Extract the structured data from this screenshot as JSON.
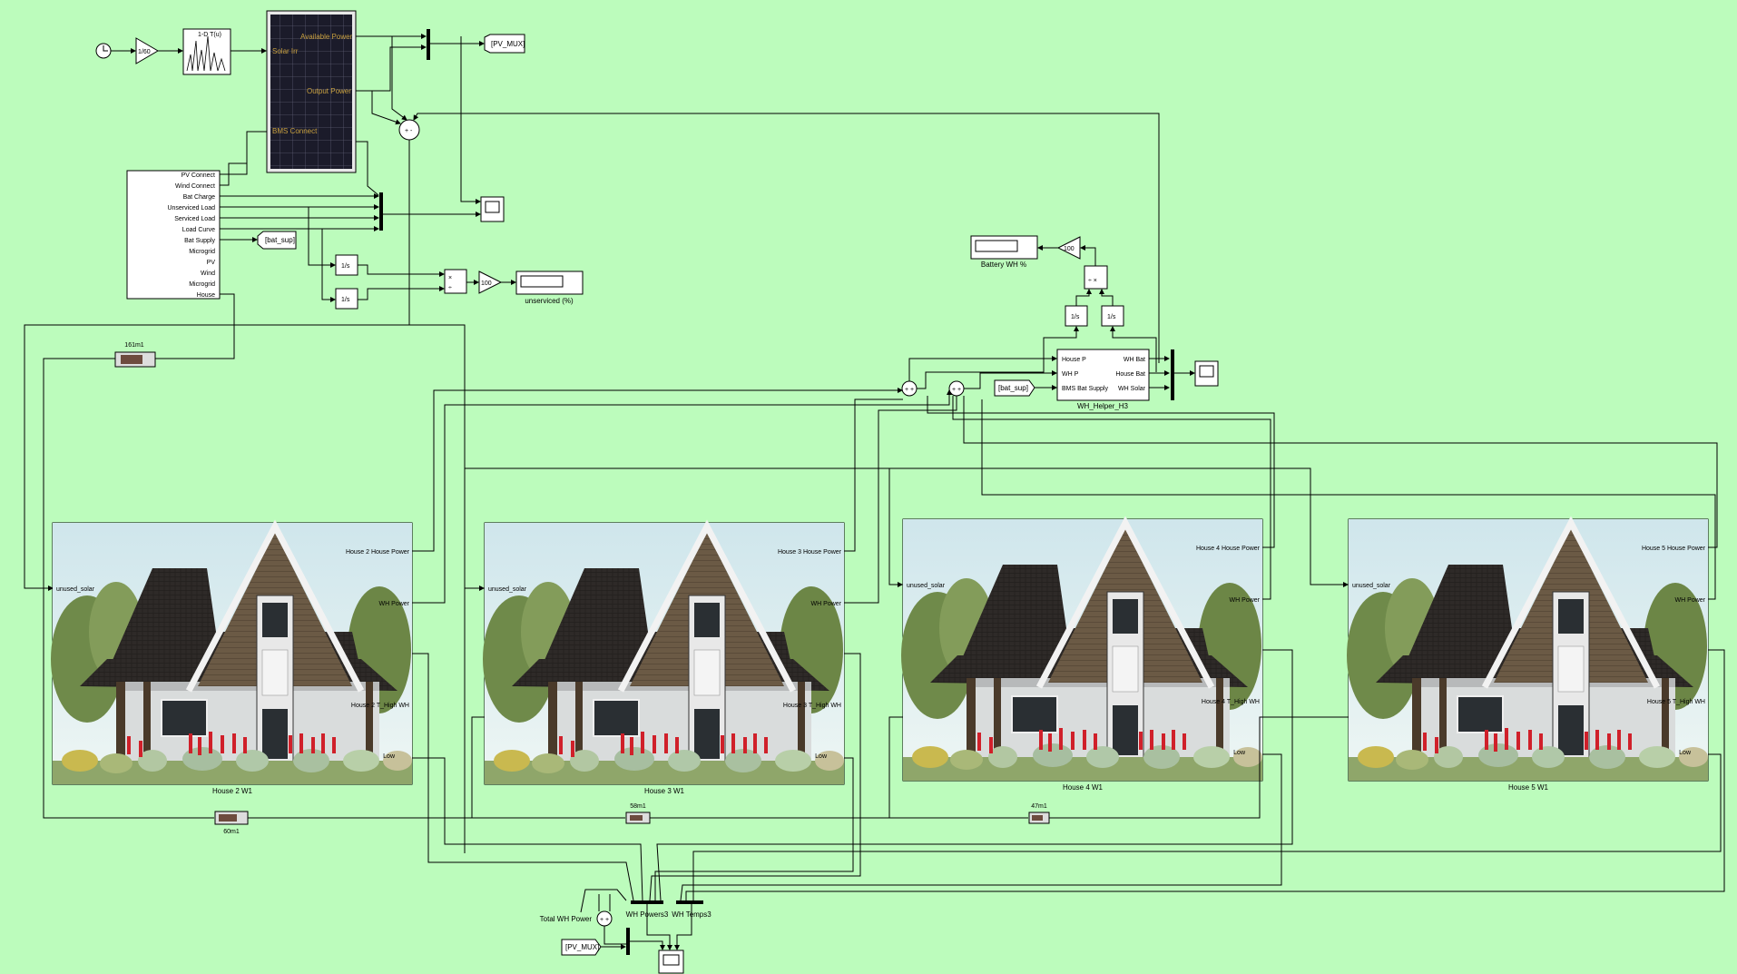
{
  "blocks": {
    "gain_60": "1/60",
    "lookup": "1-D T(u)",
    "solar_ports": [
      "Solar Irr",
      "Available Power",
      "Output Power",
      "BMS Connect"
    ],
    "pv_mux_goto": "[PV_MUX]",
    "pv_mux_from": "[PV_MUX]",
    "bms_ports": [
      "PV Connect",
      "Wind Connect",
      "Bat Charge",
      "Unserviced Load",
      "Serviced Load",
      "Load Curve",
      "Bat Supply",
      "Microgrid",
      "PV",
      "Wind",
      "Microgrid",
      "House"
    ],
    "bat_sup_goto": "[bat_sup]",
    "bat_sup_from": "[bat_sup]",
    "integrator": "1/s",
    "gain_100": "100",
    "unserviced_label": "unserviced (%)",
    "battery_label": "Battery WH %",
    "wh_helper": {
      "name": "WH_Helper_H3",
      "in_ports": [
        "House P",
        "WH P",
        "BMS Bat Supply"
      ],
      "out_ports": [
        "WH Bat",
        "House Bat",
        "WH Solar"
      ]
    },
    "cable_1": "161m1",
    "cable_2": "60m1",
    "cable_3": "58m1",
    "cable_4": "47m1",
    "total_wh_power": "Total WH Power",
    "wh_powers": "WH Powers3",
    "wh_temps": "WH Temps3"
  },
  "houses": [
    {
      "name": "House 2 W1",
      "port_in": "unused_solar",
      "out_power": "House 2  House Power",
      "out_wh": "WH Power",
      "out_t": "House 2  T_High  WH",
      "out_low": "Low"
    },
    {
      "name": "House 3 W1",
      "port_in": "unused_solar",
      "out_power": "House 3  House Power",
      "out_wh": "WH Power",
      "out_t": "House 3  T_High  WH",
      "out_low": "Low"
    },
    {
      "name": "House 4 W1",
      "port_in": "unused_solar",
      "out_power": "House 4  House Power",
      "out_wh": "WH Power",
      "out_t": "House 4  T_High  WH",
      "out_low": "Low"
    },
    {
      "name": "House 5 W1",
      "port_in": "unused_solar",
      "out_power": "House 5  House Power",
      "out_wh": "WH Power",
      "out_t": "House 5  T_High  WH",
      "out_low": "Low"
    }
  ],
  "colors": {
    "background": "#bcfcbc",
    "port_text": "#c8a040"
  }
}
